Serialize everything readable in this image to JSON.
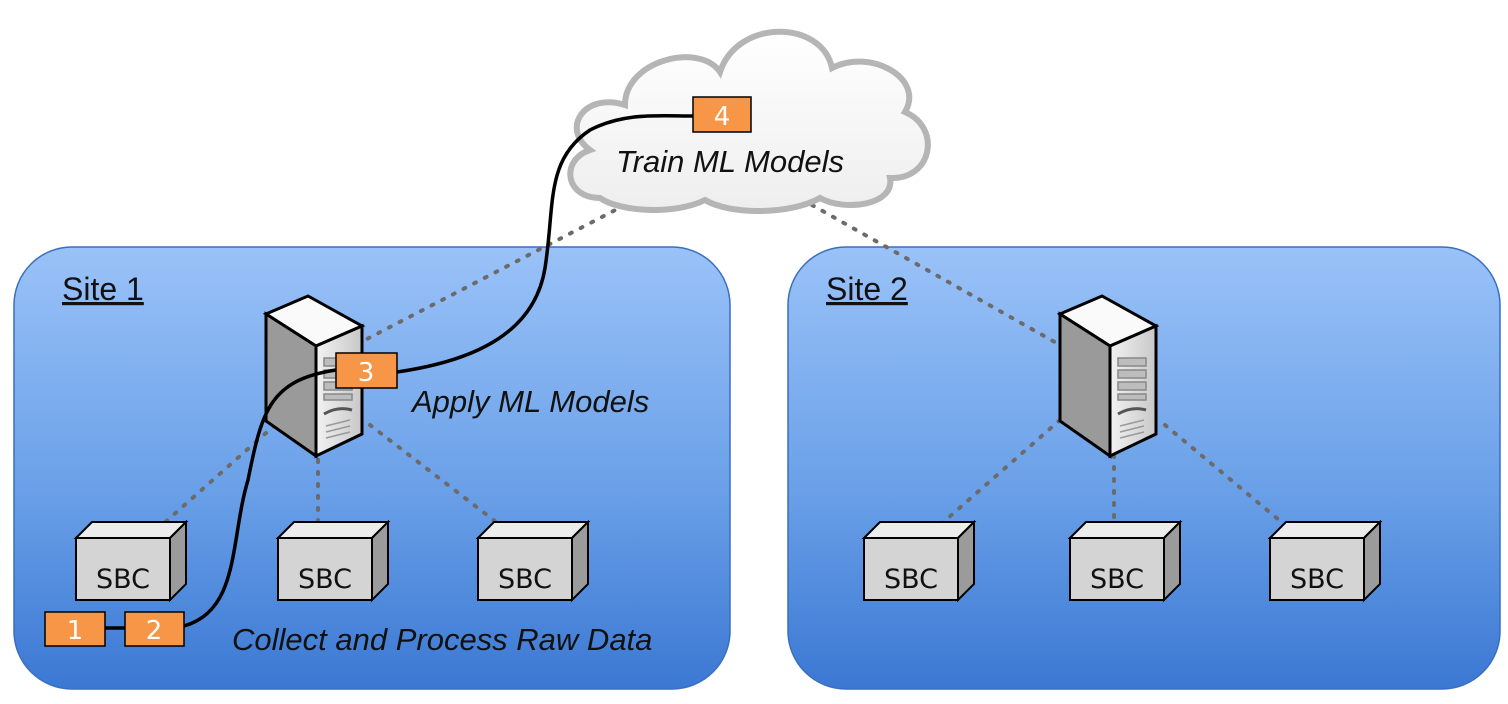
{
  "sites": [
    {
      "label": "Site 1"
    },
    {
      "label": "Site 2"
    }
  ],
  "cloud": {
    "caption": "Train ML Models"
  },
  "site1_captions": {
    "server": "Apply ML Models",
    "devices": "Collect and Process Raw Data"
  },
  "device_label": "SBC",
  "steps": [
    "1",
    "2",
    "3",
    "4"
  ],
  "colors": {
    "site_fill_top": "#98c0f7",
    "site_fill_bottom": "#3f7ed8",
    "step_box": "#f79646",
    "cloud_fill": "#ffffff",
    "cloud_outline": "#b7b7b7",
    "sbc_face": "#d9d9d9"
  },
  "icons": [
    "cloud-icon",
    "server-icon",
    "sbc-box-icon"
  ]
}
